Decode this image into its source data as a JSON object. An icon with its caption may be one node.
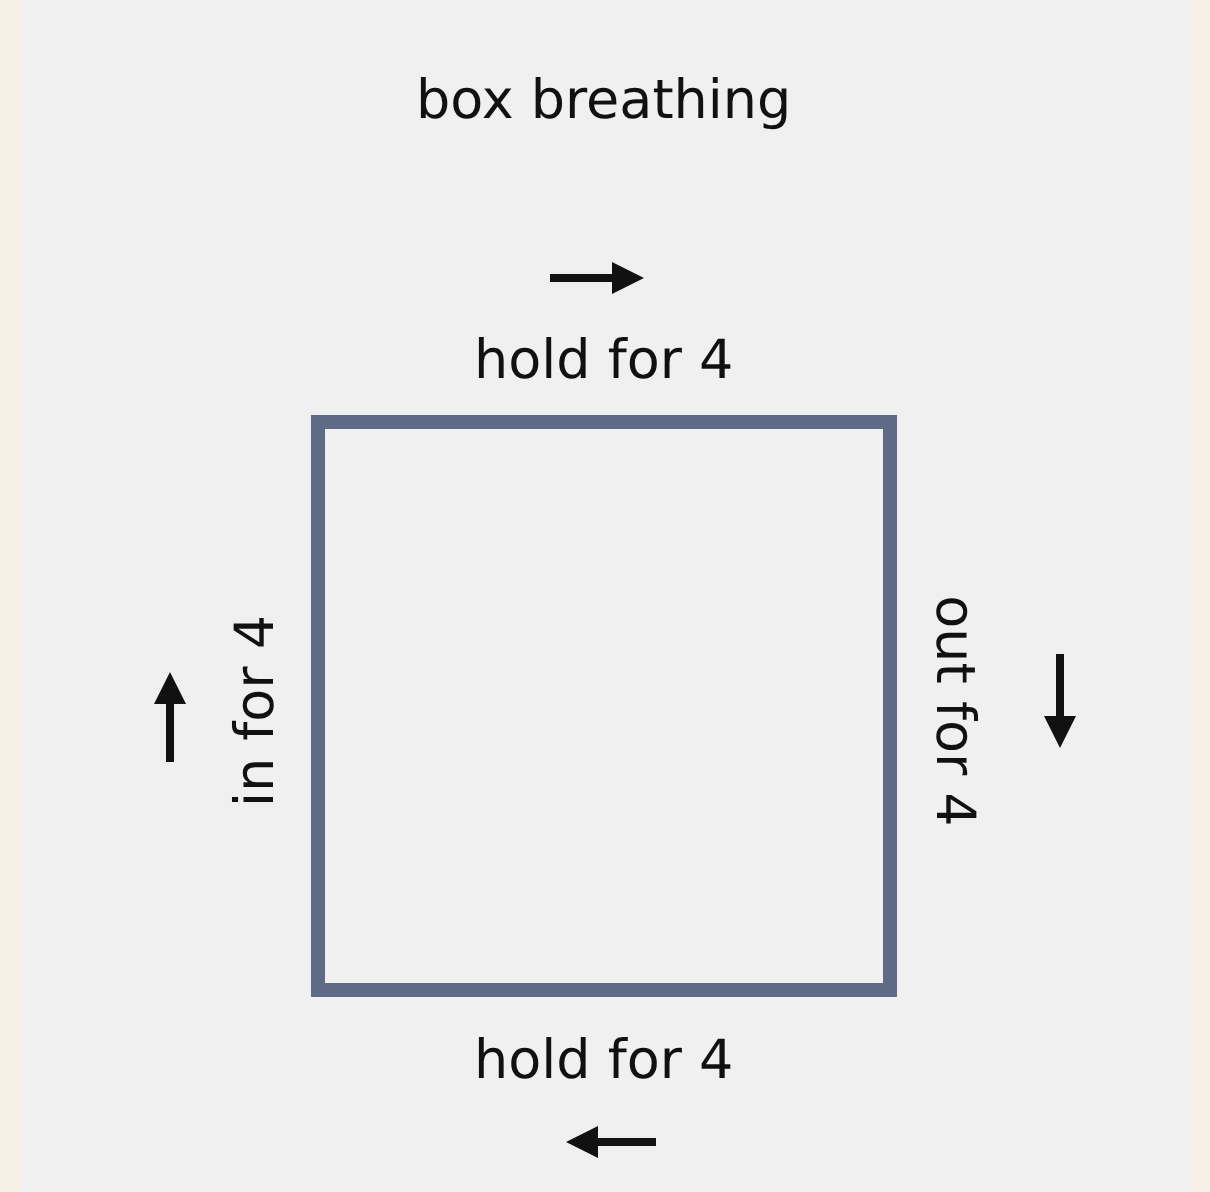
{
  "diagram": {
    "title": "box breathing",
    "nodes": [
      {
        "text": [],
        "shape": "box"
      }
    ],
    "labels": [
      "hold for 4",
      "in for 4",
      "out for 4",
      "hold for 4"
    ]
  }
}
